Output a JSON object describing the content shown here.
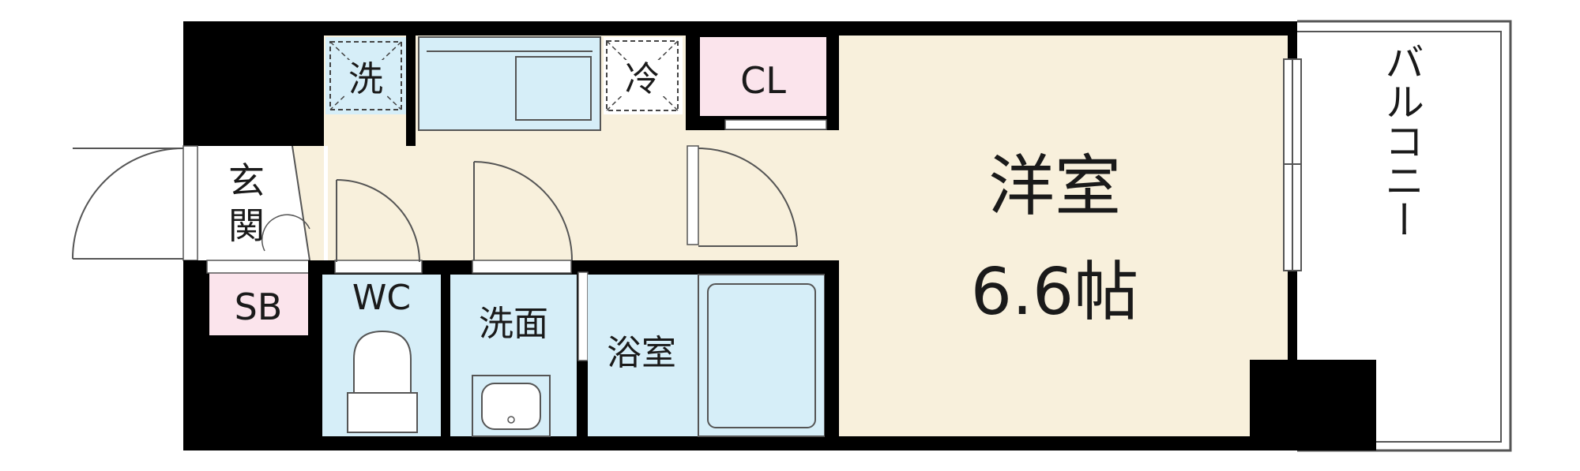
{
  "rooms": {
    "washer": "洗",
    "fridge": "冷",
    "closet": "CL",
    "western_room": "洋室",
    "area": "6.6帖",
    "balcony": "バルコニー",
    "entrance": [
      "玄",
      "関"
    ],
    "shoe_box": "SB",
    "toilet": "WC",
    "washroom": "洗面",
    "bathroom": "浴室"
  },
  "colors": {
    "wall": "#000000",
    "floor_beige": "#f8f0dc",
    "wet_blue": "#d6eef8",
    "storage_pink": "#fbe4ec",
    "line": "#555555"
  }
}
